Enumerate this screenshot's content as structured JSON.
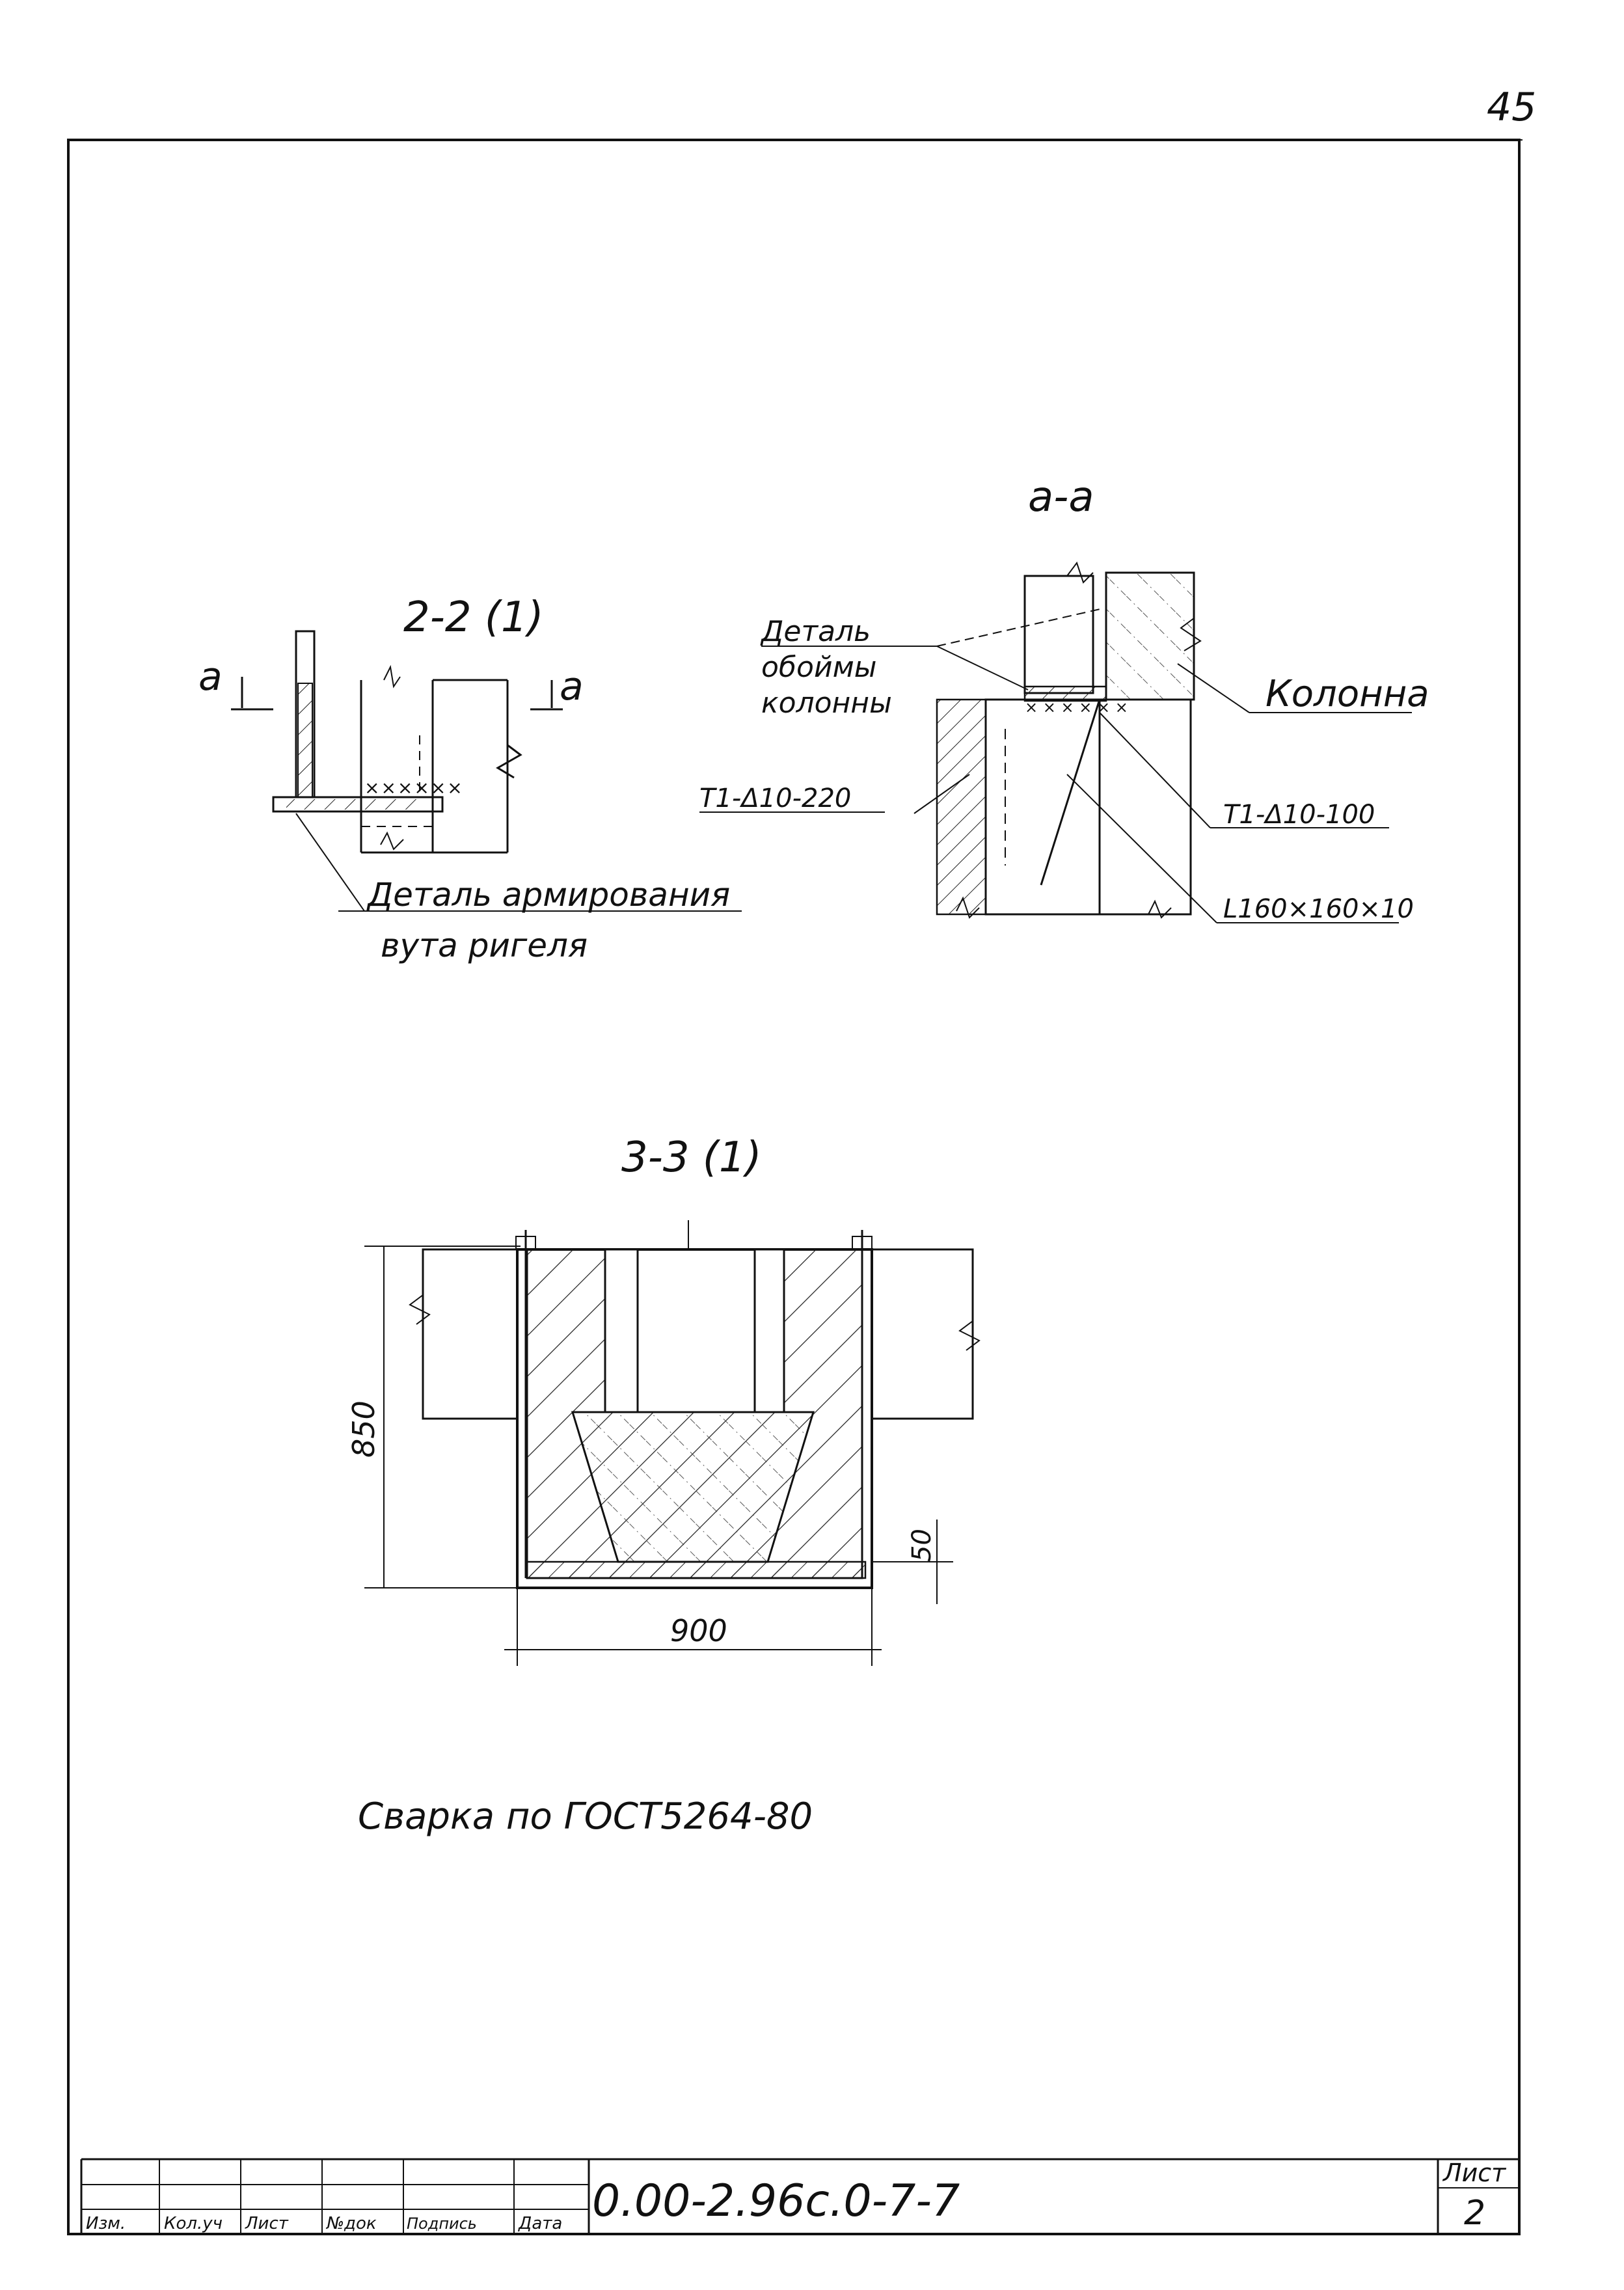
{
  "page_number": "45",
  "views": {
    "section_2_2": {
      "title": "2-2 (1)",
      "cut_label_left": "a",
      "cut_label_right": "a",
      "callout": [
        "Деталь армирования",
        "вута ригеля"
      ]
    },
    "section_a_a": {
      "title": "a-a",
      "callout_detail": [
        "Деталь",
        "обоймы",
        "колонны"
      ],
      "callout_column": "Колонна",
      "weld_left": "T1-Δ10-220",
      "weld_right": "T1-Δ10-100",
      "angle_profile": "L160×160×10"
    },
    "section_3_3": {
      "title": "3-3 (1)",
      "dim_height": "850",
      "dim_width": "900",
      "dim_small": "50"
    }
  },
  "note": "Сварка по ГОСТ5264-80",
  "title_block": {
    "document_code": "0.00-2.96с.0-7-7",
    "sheet_label": "Лист",
    "sheet_number": "2",
    "columns": [
      "Изм.",
      "Кол.уч",
      "Лист",
      "№док",
      "Подпись",
      "Дата"
    ]
  }
}
